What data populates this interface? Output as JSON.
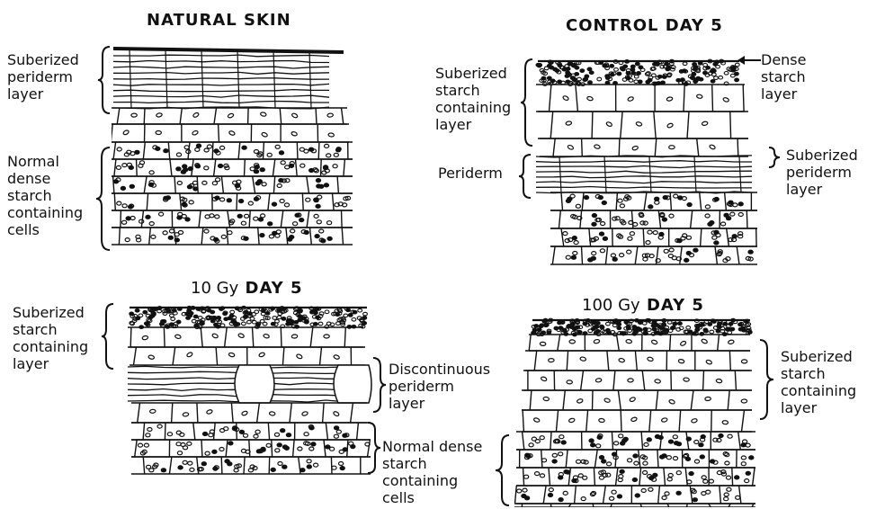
{
  "panels": {
    "natural": {
      "title": "NATURAL SKIN",
      "labels": {
        "periderm": "Suberized\nperiderm\nlayer",
        "starch": "Normal\ndense\nstarch\ncontaining\ncells"
      }
    },
    "control": {
      "title": "CONTROL DAY 5",
      "labels": {
        "dense_starch": "Dense\nstarch\nlayer",
        "suberized_starch": "Suberized\nstarch\ncontaining\nlayer",
        "periderm": "Periderm",
        "suberized_periderm": "Suberized\nperiderm\nlayer"
      }
    },
    "gy10": {
      "title_dose": "10 Gy",
      "title_day": "DAY 5",
      "labels": {
        "suberized_starch": "Suberized\nstarch\ncontaining\nlayer",
        "discontinuous": "Discontinuous\nperiderm\nlayer",
        "normal_dense": "Normal dense\nstarch\ncontaining\ncells"
      }
    },
    "gy100": {
      "title_dose": "100 Gy",
      "title_day": "DAY 5",
      "labels": {
        "suberized_starch": "Suberized\nstarch\ncontaining\nlayer"
      }
    }
  },
  "style": {
    "ink": "#111111",
    "paper": "#ffffff"
  }
}
